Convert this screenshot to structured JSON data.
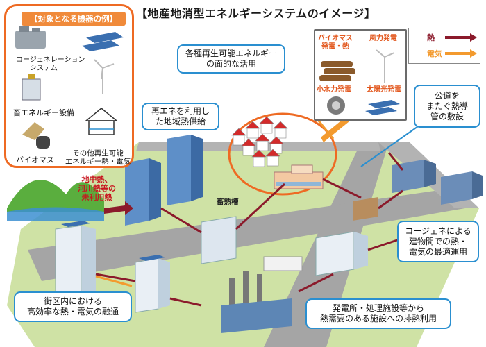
{
  "title": "【地産地消型エネルギーシステムのイメージ】",
  "devices": {
    "tab": "【対象となる機器の例】",
    "cogen": [
      "コージェネレーション",
      "システム"
    ],
    "storage": "畜エネルギー設備",
    "biomass": "バイオマス",
    "other": [
      "その他再生可能",
      "エネルギー熱・電気"
    ]
  },
  "legend": {
    "heat": "熱",
    "electric": "電気"
  },
  "sources": {
    "biomass": [
      "バイオマス",
      "発電・熱"
    ],
    "wind": "風力発電",
    "hydro": "小水力発電",
    "solar": "太陽光発電"
  },
  "callouts": {
    "renewable": [
      "各種再生可能エネルギー",
      "の面的な活用"
    ],
    "district": [
      "再エネを利用し",
      "た地域熱供給"
    ],
    "road": [
      "公道を",
      "またぐ熱導",
      "管の敷設"
    ],
    "cogen_ops": [
      "コージェネによる",
      "建物間での熱・",
      "電気の最適運用"
    ],
    "exhaust": [
      "発電所・処理施設等から",
      "熱需要のある施設への排熱利用"
    ],
    "efficient": [
      "街区内における",
      "高効率な熱・電気の融通"
    ]
  },
  "unused_heat": [
    "地中熱、",
    "河川熱等の",
    "未利用熱"
  ],
  "storage_tank": "畜熱槽",
  "colors": {
    "heat_arrow": "#8b1a2b",
    "electric_arrow": "#f39a2e",
    "callout_border": "#2a8fd0",
    "device_border": "#ee6a23",
    "ground": "#cfe2a5",
    "road": "#9e9e9e"
  }
}
